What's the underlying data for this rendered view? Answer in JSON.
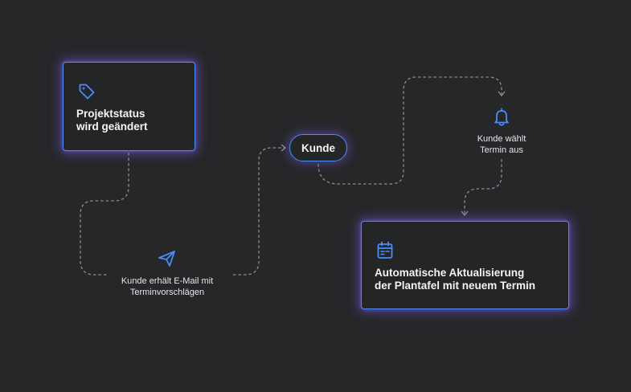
{
  "nodes": {
    "project_status": {
      "line1": "Projektstatus",
      "line2": "wird geändert",
      "icon": "tag-icon"
    },
    "email": {
      "line1": "Kunde erhält E-Mail mit",
      "line2": "Terminvorschlägen",
      "icon": "paper-plane-icon"
    },
    "customer": {
      "label": "Kunde"
    },
    "choose": {
      "line1": "Kunde wählt",
      "line2": "Termin aus",
      "icon": "bell-icon"
    },
    "update": {
      "line1": "Automatische Aktualisierung",
      "line2": "der Plantafel mit neuem Termin",
      "icon": "calendar-icon"
    }
  },
  "colors": {
    "background": "#262729",
    "accent_blue": "#4a8df7",
    "glow_purple": "#7a5cf0",
    "connector": "#8c8d92"
  }
}
